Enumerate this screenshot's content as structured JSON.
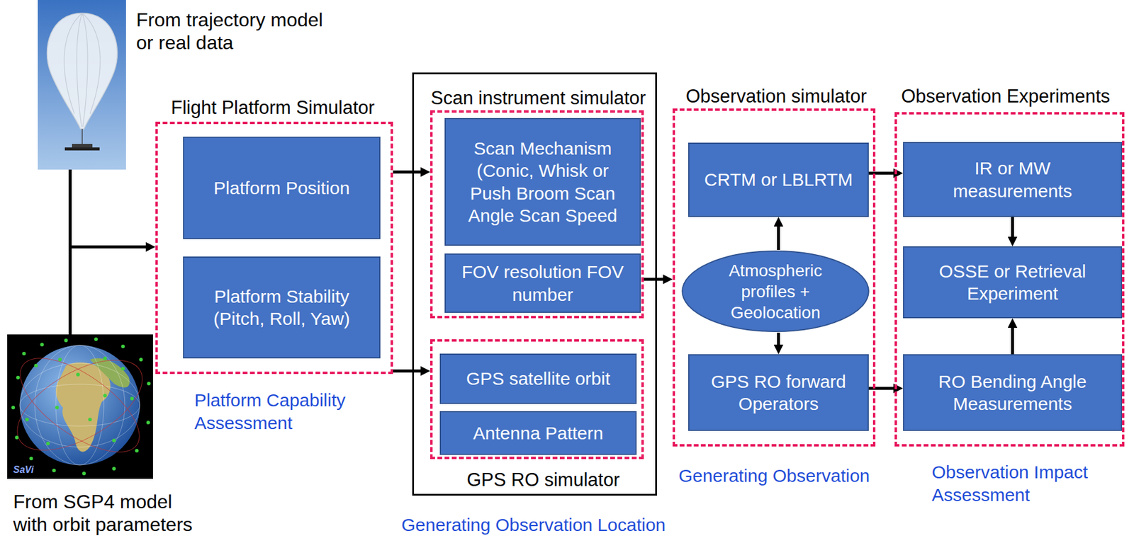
{
  "diagram": {
    "nodes": [
      {
        "text": [
          "Flight Platform Simulator",
          "Platform Capability Assessment"
        ]
      },
      {
        "text": [
          "Platform Position"
        ],
        "in": 0
      },
      {
        "text": [
          "Platform Stability (Pitch, Roll, Yaw)"
        ],
        "in": 0
      },
      {
        "text": [
          "Generating Observation Location"
        ]
      },
      {
        "text": [
          "Scan instrument simulator"
        ],
        "in": 3
      },
      {
        "text": [
          "Scan Mechanism (Conic, Whisk or Push Broom Scan Angle Scan Speed"
        ],
        "in": 4
      },
      {
        "text": [
          "FOV resolution FOV number"
        ],
        "in": 4
      },
      {
        "text": [
          "GPS RO simulator"
        ],
        "in": 3
      },
      {
        "text": [
          "GPS satellite orbit"
        ],
        "in": 7
      },
      {
        "text": [
          "Antenna Pattern"
        ],
        "in": 7
      },
      {
        "text": [
          "Observation simulator",
          "Generating Observation"
        ]
      },
      {
        "text": [
          "CRTM or LBLRTM"
        ],
        "in": 10
      },
      {
        "text": [
          "Atmospheric profiles + Geolocation"
        ],
        "in": 10
      },
      {
        "text": [
          "GPS RO forward Operators"
        ],
        "in": 10
      },
      {
        "text": [
          "Observation Experiments",
          "Observation Impact Assessment"
        ]
      },
      {
        "text": [
          "IR or MW measurements"
        ],
        "in": 14
      },
      {
        "text": [
          "OSSE or Retrieval Experiment"
        ],
        "in": 14
      },
      {
        "text": [
          "RO Bending Angle Measurements"
        ],
        "in": 14
      }
    ],
    "edges": [
      {
        "from": 0,
        "to": 4,
        "arrow": "to"
      },
      {
        "from": 0,
        "to": 7,
        "arrow": "to"
      },
      {
        "from": 4,
        "to": 10,
        "arrow": "to"
      },
      {
        "from": 12,
        "to": 11,
        "arrow": "to"
      },
      {
        "from": 12,
        "to": 13,
        "arrow": "to"
      },
      {
        "from": 11,
        "to": 15,
        "arrow": "to"
      },
      {
        "from": 13,
        "to": 17,
        "arrow": "to"
      },
      {
        "from": 15,
        "to": 16,
        "arrow": "to"
      },
      {
        "from": 17,
        "to": 16,
        "arrow": "to"
      }
    ],
    "labels": [
      "From trajectory model or real data",
      "From SGP4 model with orbit parameters",
      "SaVi"
    ]
  }
}
